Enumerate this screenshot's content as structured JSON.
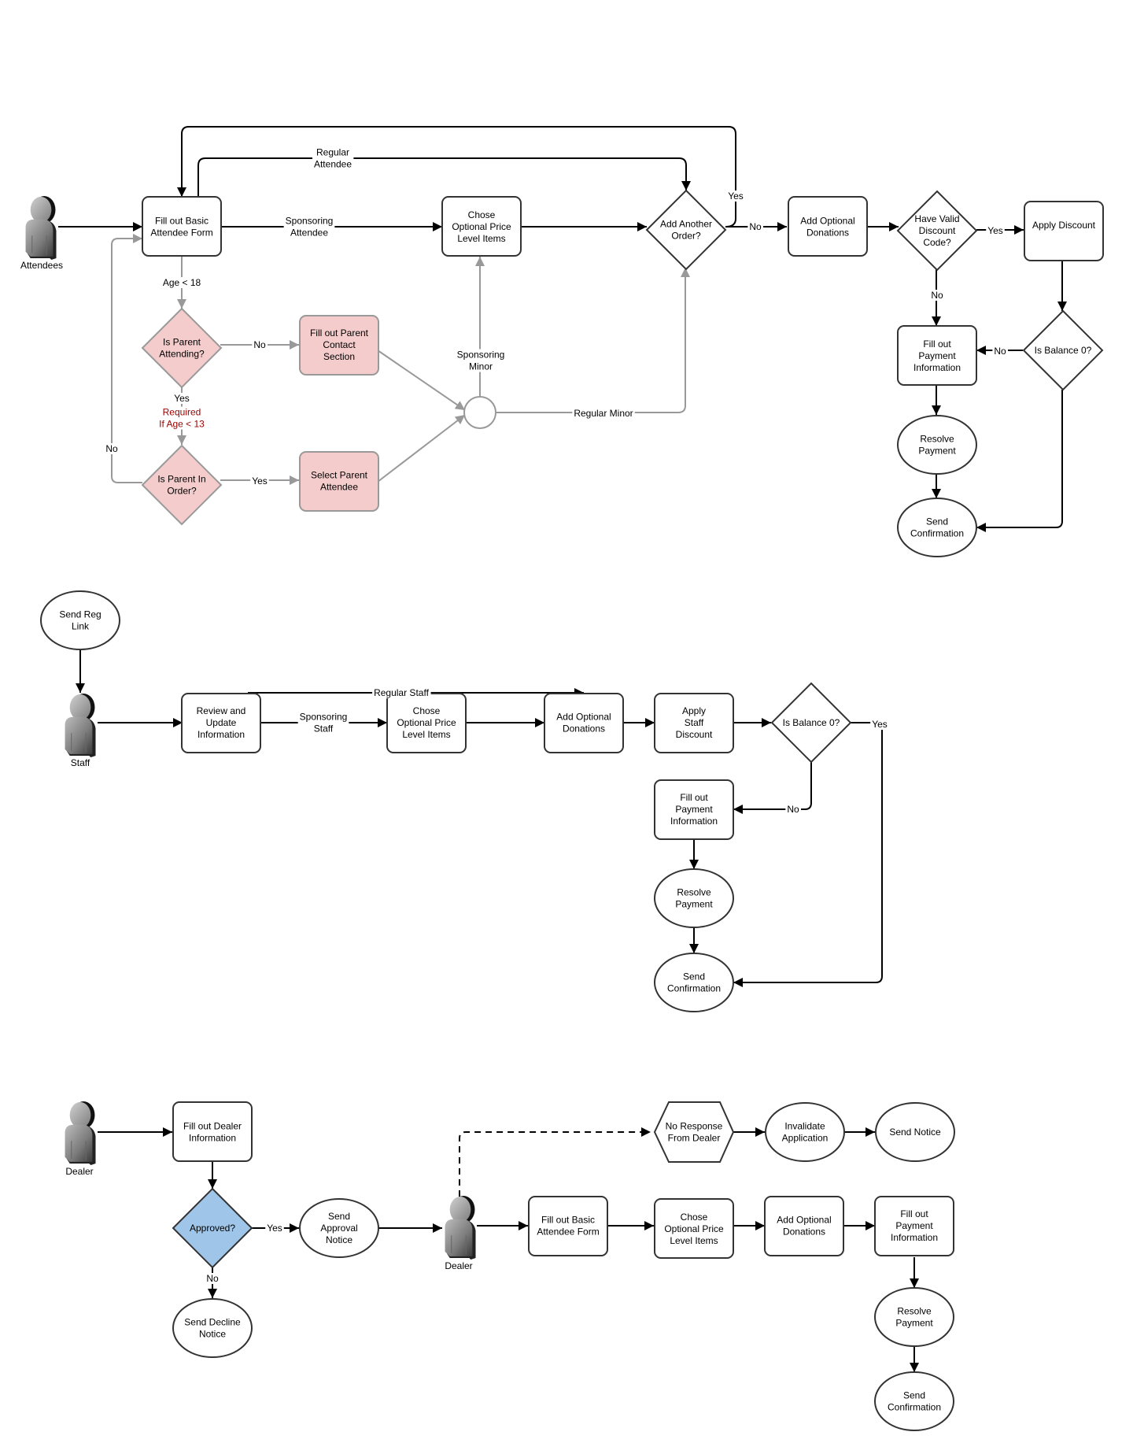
{
  "attendee_flow": {
    "actor": "Attendees",
    "nodes": {
      "fill_basic": [
        "Fill out Basic",
        "Attendee Form"
      ],
      "chose_optional": [
        "Chose",
        "Optional Price",
        "Level Items"
      ],
      "add_another": [
        "Add Another",
        "Order?"
      ],
      "add_donations": [
        "Add Optional",
        "Donations"
      ],
      "discount_code": [
        "Have Valid",
        "Discount",
        "Code?"
      ],
      "apply_discount": [
        "Apply Discount"
      ],
      "balance_zero": [
        "Is Balance 0?"
      ],
      "payment_info": [
        "Fill out",
        "Payment",
        "Information"
      ],
      "resolve_payment": [
        "Resolve",
        "Payment"
      ],
      "send_confirmation": [
        "Send",
        "Confirmation"
      ],
      "parent_attending": [
        "Is Parent",
        "Attending?"
      ],
      "parent_contact": [
        "Fill out Parent",
        "Contact",
        "Section"
      ],
      "parent_in_order": [
        "Is Parent In",
        "Order?"
      ],
      "select_parent": [
        "Select Parent",
        "Attendee"
      ]
    },
    "edge_labels": {
      "regular_attendee": [
        "Regular",
        "Attendee"
      ],
      "sponsoring_attendee": [
        "Sponsoring",
        "Attendee"
      ],
      "yes_loop": "Yes",
      "no_to_donations": "No",
      "discount_yes": "Yes",
      "discount_no": "No",
      "balance_no": "No",
      "age_lt_18": "Age < 18",
      "parent_attending_no": "No",
      "parent_attending_yes": "Yes",
      "required_note": [
        "Required",
        "If Age < 13"
      ],
      "parent_in_order_yes": "Yes",
      "parent_in_order_no": "No",
      "sponsoring_minor": [
        "Sponsoring",
        "Minor"
      ],
      "regular_minor": "Regular Minor"
    }
  },
  "staff_flow": {
    "actor": "Staff",
    "nodes": {
      "send_reg_link": [
        "Send Reg",
        "Link"
      ],
      "review_update": [
        "Review and",
        "Update",
        "Information"
      ],
      "chose_optional": [
        "Chose",
        "Optional Price",
        "Level Items"
      ],
      "add_donations": [
        "Add Optional",
        "Donations"
      ],
      "apply_staff_discount": [
        "Apply",
        "Staff",
        "Discount"
      ],
      "balance_zero": [
        "Is Balance 0?"
      ],
      "payment_info": [
        "Fill out",
        "Payment",
        "Information"
      ],
      "resolve_payment": [
        "Resolve",
        "Payment"
      ],
      "send_confirmation": [
        "Send",
        "Confirmation"
      ]
    },
    "edge_labels": {
      "regular_staff": "Regular Staff",
      "sponsoring_staff": [
        "Sponsoring",
        "Staff"
      ],
      "balance_yes": "Yes",
      "balance_no": "No"
    }
  },
  "dealer_flow": {
    "actor_first": "Dealer",
    "actor_second": "Dealer",
    "nodes": {
      "fill_dealer_info": [
        "Fill out Dealer",
        "Information"
      ],
      "approved": [
        "Approved?"
      ],
      "send_approval": [
        "Send",
        "Approval",
        "Notice"
      ],
      "send_decline": [
        "Send Decline",
        "Notice"
      ],
      "no_response": [
        "No Response",
        "From Dealer"
      ],
      "invalidate": [
        "Invalidate",
        "Application"
      ],
      "send_notice": [
        "Send Notice"
      ],
      "fill_basic": [
        "Fill out Basic",
        "Attendee Form"
      ],
      "chose_optional": [
        "Chose",
        "Optional Price",
        "Level Items"
      ],
      "add_donations": [
        "Add Optional",
        "Donations"
      ],
      "payment_info": [
        "Fill out",
        "Payment",
        "Information"
      ],
      "resolve_payment": [
        "Resolve",
        "Payment"
      ],
      "send_confirmation": [
        "Send",
        "Confirmation"
      ]
    },
    "edge_labels": {
      "approved_yes": "Yes",
      "approved_no": "No"
    }
  },
  "colors": {
    "decision_pink": "#f4cccc",
    "decision_blue": "#9fc5e8",
    "note_red": "#990000",
    "minor_path_gray": "#999999"
  }
}
